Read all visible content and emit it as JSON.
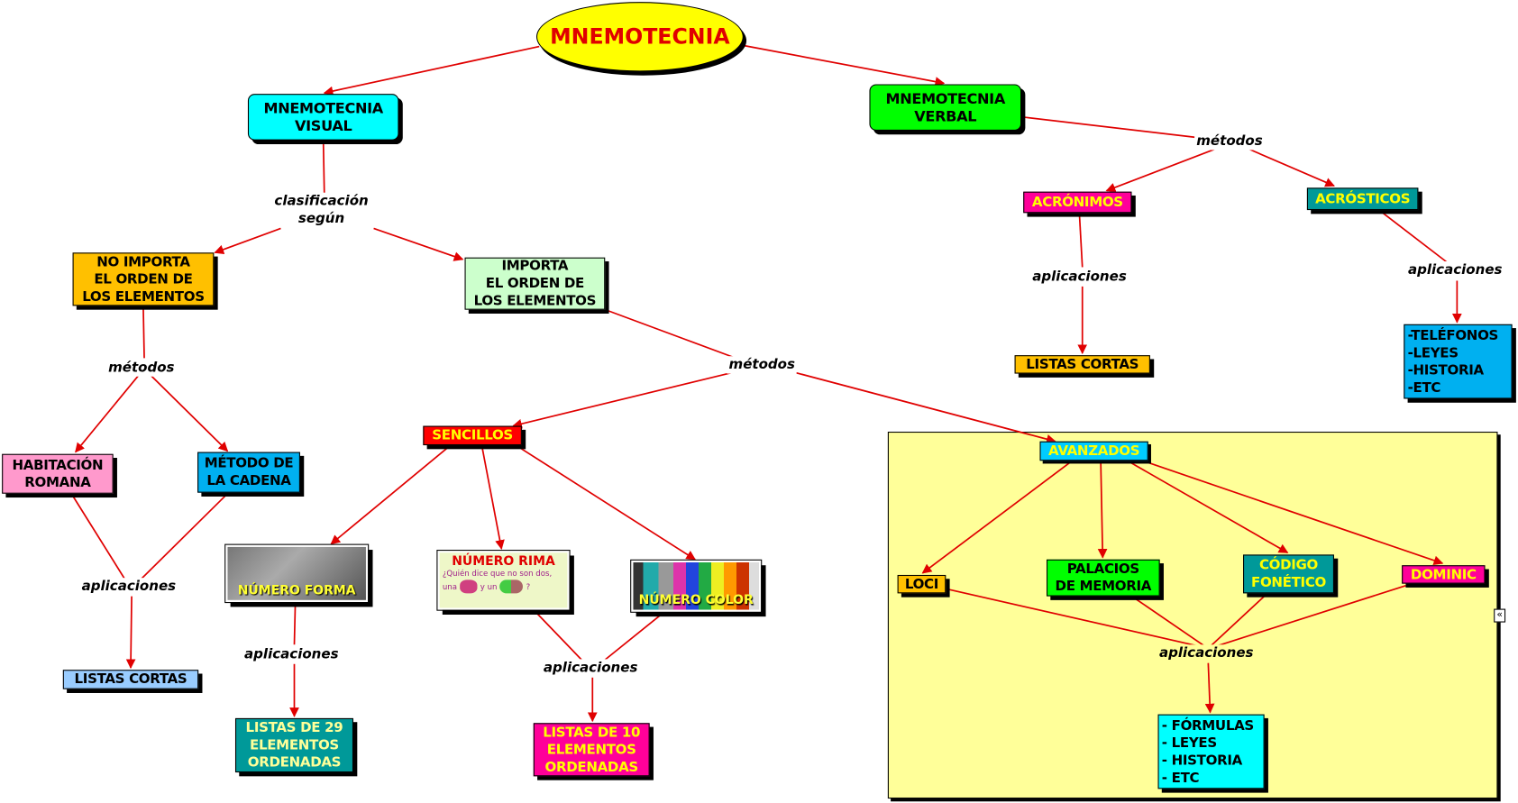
{
  "root": "MNEMOTECNIA",
  "visual": {
    "line1": "MNEMOTECNIA",
    "line2": "VISUAL"
  },
  "verbal": {
    "line1": "MNEMOTECNIA",
    "line2": "VERBAL"
  },
  "links": {
    "clasificacion1": "clasificación",
    "clasificacion2": "según",
    "metodos": "métodos",
    "aplicaciones": "aplicaciones"
  },
  "no_importa": [
    "NO IMPORTA",
    "EL ORDEN DE",
    "LOS ELEMENTOS"
  ],
  "importa": [
    "IMPORTA",
    "EL ORDEN DE",
    "LOS ELEMENTOS"
  ],
  "habitacion": [
    "HABITACIÓN",
    "ROMANA"
  ],
  "cadena": [
    "MÉTODO DE",
    "LA CADENA"
  ],
  "listas_cortas": "LISTAS CORTAS",
  "sencillos": "SENCILLOS",
  "avanzados": "AVANZADOS",
  "numero_forma": "NÚMERO FORMA",
  "numero_rima": {
    "title": "NÚMERO RIMA",
    "line": "¿Quién dice que no son dos,",
    "a": "una",
    "b": "y un",
    "c": "?"
  },
  "numero_color": "NÚMERO COLOR",
  "listas29": [
    "LISTAS DE 29",
    "ELEMENTOS",
    "ORDENADAS"
  ],
  "listas10": [
    "LISTAS DE 10",
    "ELEMENTOS",
    "ORDENADAS"
  ],
  "loci": "LOCI",
  "palacios": [
    "PALACIOS",
    "DE MEMORIA"
  ],
  "codigo": [
    "CÓDIGO",
    "FONÉTICO"
  ],
  "dominic": "DOMINIC",
  "formulas": [
    "- FÓRMULAS",
    "- LEYES",
    "- HISTORIA",
    "- ETC"
  ],
  "acronimos": "ACRÓNIMOS",
  "acrosticos": "ACRÓSTICOS",
  "telefonos": [
    "-TELÉFONOS",
    "-LEYES",
    "-HISTORIA",
    "-ETC"
  ],
  "collapse_icon": "«",
  "colors": {
    "edge": "#e00000",
    "panel": "#ffff99"
  }
}
